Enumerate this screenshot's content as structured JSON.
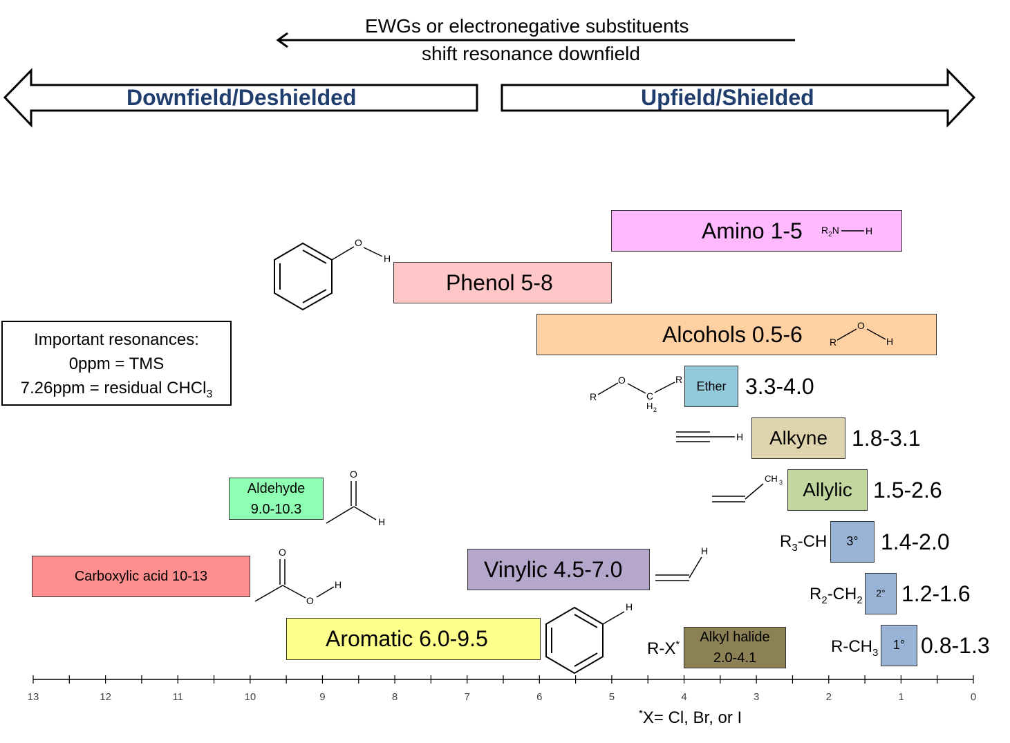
{
  "header": {
    "ewg_line1": "EWGs or electronegative substituents",
    "ewg_line2": "shift resonance downfield",
    "downfield_label": "Downfield/Deshielded",
    "upfield_label": "Upfield/Shielded"
  },
  "notes": {
    "line1": "Important resonances:",
    "line2": "0ppm = TMS",
    "line3_prefix": "7.26ppm = residual CHCl",
    "line3_sub": "3"
  },
  "groups": {
    "amino": "Amino 1-5",
    "phenol": "Phenol 5-8",
    "alcohols": "Alcohols 0.5-6",
    "ether": "Ether",
    "ether_range": "3.3-4.0",
    "alkyne": "Alkyne",
    "alkyne_range": "1.8-3.1",
    "allylic": "Allylic",
    "allylic_range": "1.5-2.6",
    "aldehyde_line1": "Aldehyde",
    "aldehyde_line2": "9.0-10.3",
    "tertiary": "3°",
    "tertiary_range": "1.4-2.0",
    "tertiary_formula": "R",
    "tertiary_formula_sub": "3",
    "tertiary_formula_tail": "-CH",
    "carboxylic": "Carboxylic acid 10-13",
    "vinylic": "Vinylic 4.5-7.0",
    "secondary": "2°",
    "secondary_range": "1.2-1.6",
    "secondary_formula_a": "R",
    "secondary_formula_sub1": "2",
    "secondary_formula_b": "-CH",
    "secondary_formula_sub2": "2",
    "aromatic": "Aromatic 6.0-9.5",
    "alkyl_halide_line1": "Alkyl halide",
    "alkyl_halide_line2": "2.0-4.1",
    "alkyl_halide_formula": "R-X",
    "alkyl_halide_sup": "*",
    "primary": "1°",
    "primary_range": "0.8-1.3",
    "primary_formula": "R-CH",
    "primary_formula_sub": "3"
  },
  "footnote": {
    "sup": "*",
    "text": "X= Cl, Br, or I"
  },
  "axis": {
    "min": 0,
    "max": 13,
    "reversed": true,
    "labels": [
      "13",
      "12",
      "11",
      "10",
      "9",
      "8",
      "7",
      "6",
      "5",
      "4",
      "3",
      "2",
      "1",
      "0"
    ]
  },
  "colors": {
    "header_text": "#1f3e6e",
    "amino": "#ffb9ff",
    "phenol": "#ffc7c7",
    "alcohols": "#ffd0a2",
    "ether": "#93c9db",
    "alkyne": "#ded5ae",
    "allylic": "#c2d7a0",
    "aldehyde": "#8fffb4",
    "degree": "#98b3d6",
    "carboxylic": "#ff8e8e",
    "vinylic": "#b5a7cb",
    "aromatic": "#ffff8b",
    "alkyl_halide": "#8b8154"
  },
  "structure_atoms": {
    "O": "O",
    "H": "H",
    "R": "R",
    "R2N": "R",
    "R2N_sub": "2",
    "R2N_tail": "N",
    "C": "C",
    "H2": "H",
    "H2_sub": "2",
    "CH3": "CH",
    "CH3_sub": "3"
  }
}
